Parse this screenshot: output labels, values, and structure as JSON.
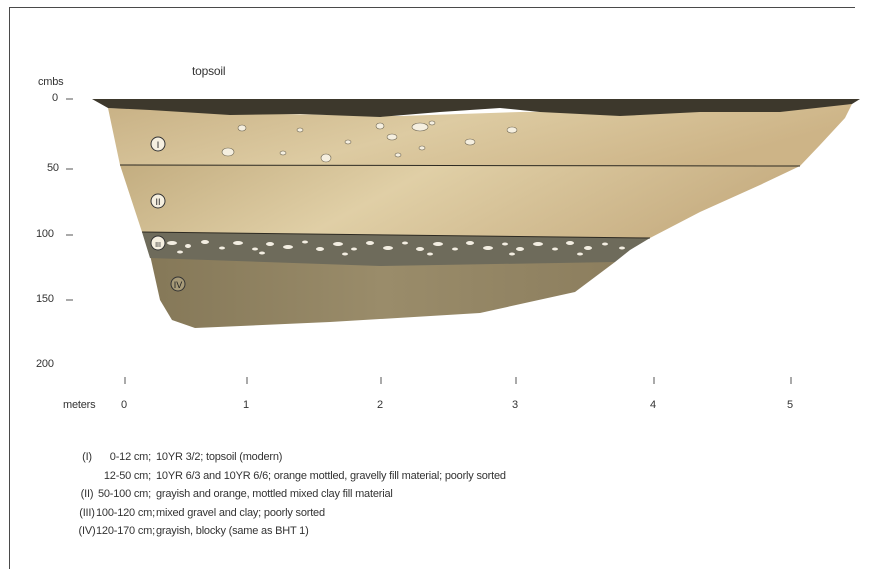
{
  "axis": {
    "y_unit": "cmbs",
    "y_ticks": [
      "0",
      "50",
      "100",
      "150",
      "200"
    ],
    "x_unit": "meters",
    "x_ticks": [
      "0",
      "1",
      "2",
      "3",
      "4",
      "5"
    ]
  },
  "topsoil_label": "topsoil",
  "horizons": [
    {
      "symbol": "I",
      "depth": "0-12 cm;",
      "description": "10YR 3/2; topsoil (modern)"
    },
    {
      "symbol": "I",
      "depth": "12-50 cm;",
      "description": "10YR 6/3 and 10YR 6/6; orange mottled, gravelly fill material; poorly sorted"
    },
    {
      "symbol": "II",
      "depth": "50-100 cm;",
      "description": "grayish and orange, mottled mixed clay fill material"
    },
    {
      "symbol": "III",
      "depth": "100-120 cm;",
      "description": "mixed gravel and clay; poorly sorted"
    },
    {
      "symbol": "IV",
      "depth": "120-170 cm;",
      "description": "grayish, blocky (same as BHT 1)"
    }
  ],
  "section_labels": [
    "I",
    "II",
    "III",
    "IV"
  ],
  "colors": {
    "topsoil": "#3d382c",
    "layer1": "#cdb98e",
    "layer2": "#d2be92",
    "gravel": "#6d6a5a",
    "layer4": "#8f8262"
  }
}
